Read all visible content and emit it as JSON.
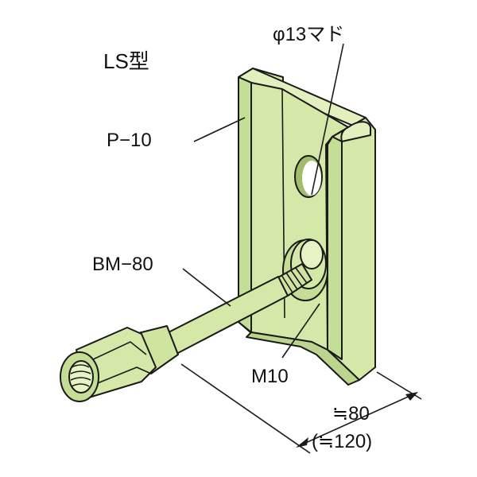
{
  "title": "LS型",
  "labels": {
    "hole": "φ13マド",
    "plate": "P−10",
    "bolt": "BM−80",
    "nut_thread": "M10",
    "dimension": "≒80",
    "dimension_alt": "(≒120)"
  },
  "colors": {
    "part_fill": "#d4e8a7",
    "part_shadow": "#b7cf86",
    "part_light": "#e6f3c3",
    "outline": "#1a1a1a",
    "text": "#111111"
  }
}
